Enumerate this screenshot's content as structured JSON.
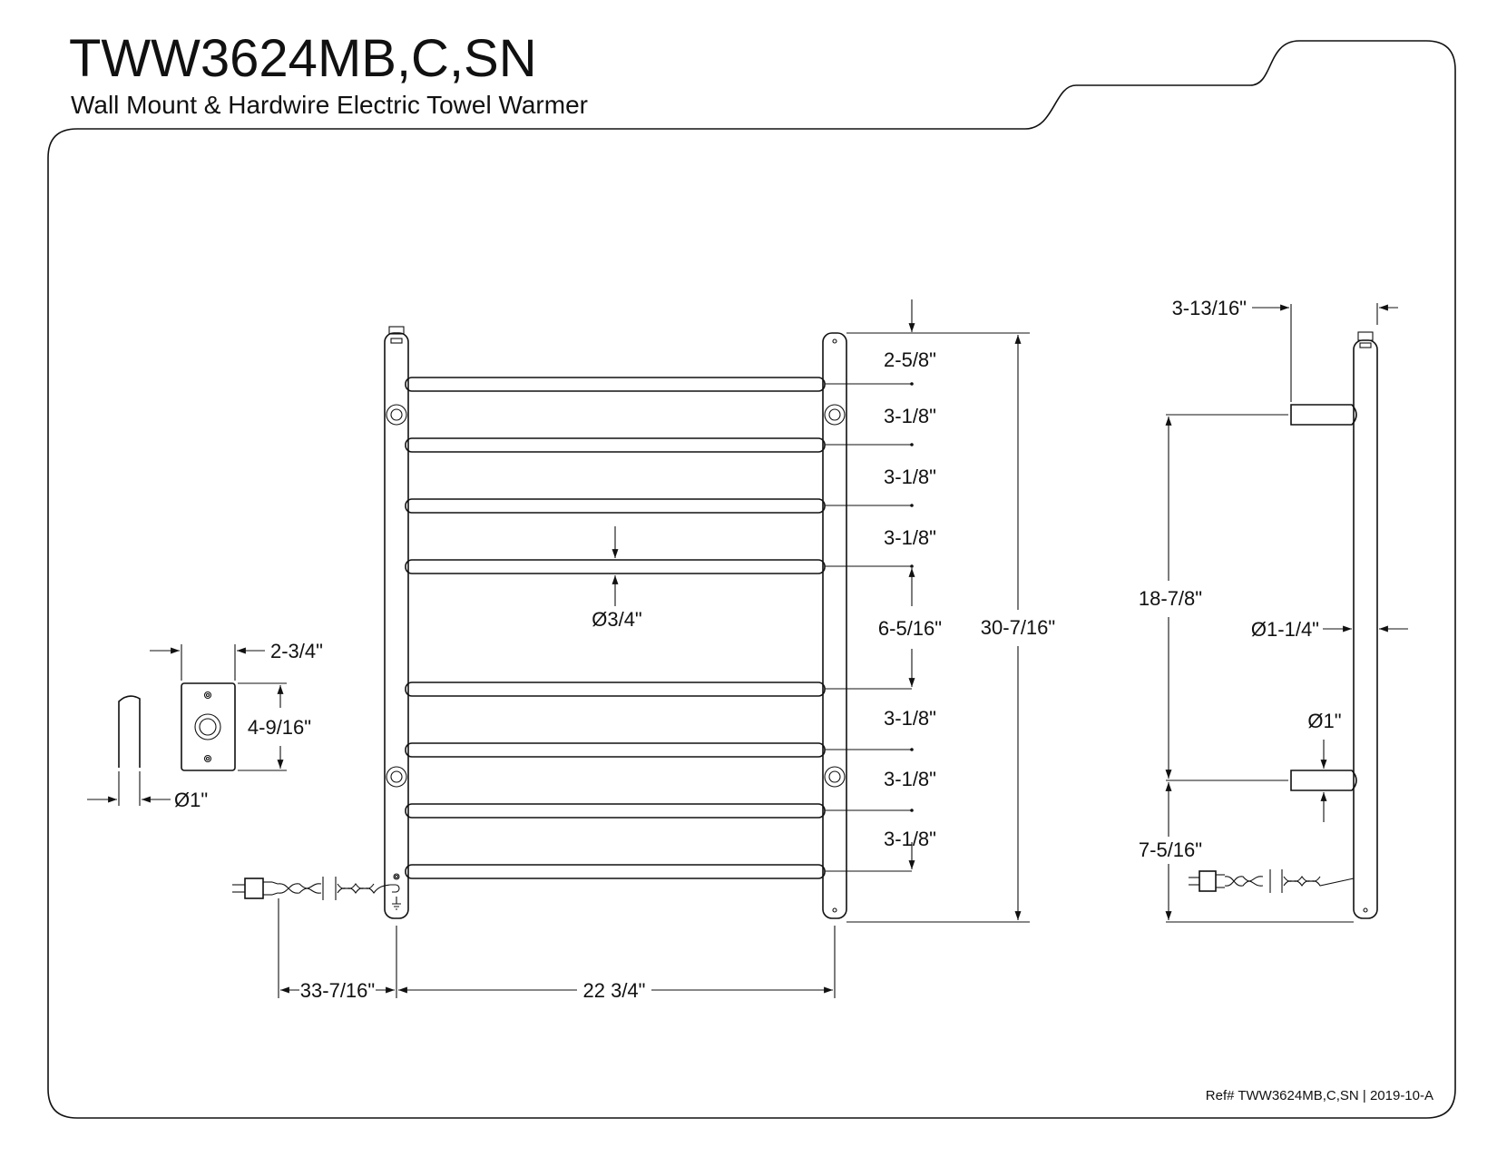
{
  "header": {
    "model": "TWW3624MB,C,SN",
    "subtitle": "Wall Mount & Hardwire Electric Towel Warmer"
  },
  "footer": {
    "reference": "Ref# TWW3624MB,C,SN | 2019-10-A"
  },
  "front_view": {
    "bar_spacings": [
      "2-5/8\"",
      "3-1/8\"",
      "3-1/8\"",
      "3-1/8\"",
      "6-5/16\"",
      "3-1/8\"",
      "3-1/8\"",
      "3-1/8\""
    ],
    "total_height": "30-7/16\"",
    "bar_diameter": "Ø3/4\"",
    "width": "22 3/4\"",
    "cord_length": "33-7/16\""
  },
  "side_view": {
    "depth": "3-13/16\"",
    "bracket_spacing": "18-7/8\"",
    "bottom_offset": "7-5/16\"",
    "post_diameter": "Ø1-1/4\"",
    "bracket_diameter": "Ø1\""
  },
  "mount_detail": {
    "plate_width": "2-3/4\"",
    "plate_height": "4-9/16\"",
    "post_diameter": "Ø1\""
  }
}
